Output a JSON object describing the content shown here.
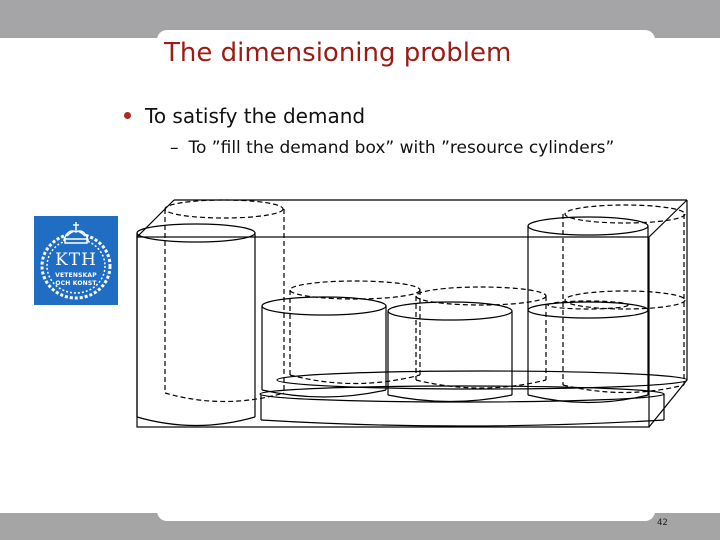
{
  "slide": {
    "title": "The dimensioning problem",
    "bullets": [
      {
        "text": "To satisfy the demand",
        "sub_bullets": [
          {
            "marker": "–",
            "text": "To ”fill the demand box” with ”resource cylinders”"
          }
        ]
      }
    ],
    "page_number": "42"
  },
  "logo": {
    "name": "KTH",
    "line1": "VETENSKAP",
    "line2": "OCH KONST",
    "color": "#1f6ec4"
  },
  "diagram": {
    "description": "Wireframe demand box filled with solid and dashed resource cylinders",
    "elements": [
      "demand-box",
      "resource-cylinders-solid",
      "resource-cylinders-dashed"
    ],
    "line_color": "#000000"
  },
  "colors": {
    "title": "#9b1b15",
    "bullet_dot": "#b0291f",
    "frame_grey": "#a5a5a7"
  }
}
